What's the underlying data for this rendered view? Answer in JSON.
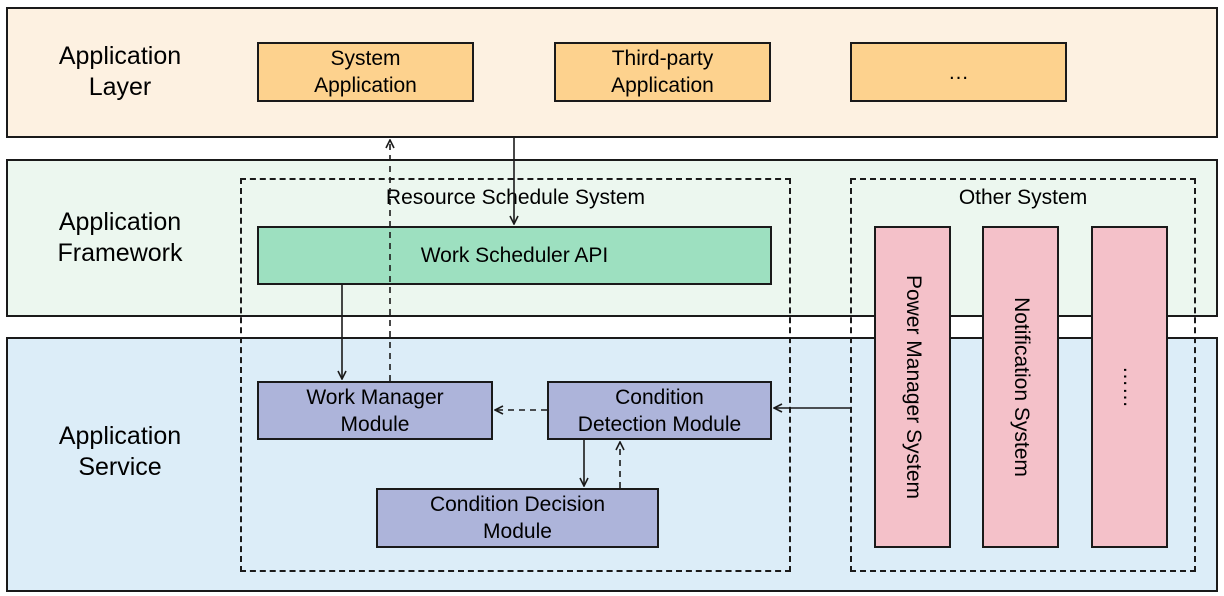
{
  "layers": {
    "application": {
      "label": "Application\nLayer"
    },
    "framework": {
      "label": "Application\nFramework"
    },
    "service": {
      "label": "Application\nService"
    }
  },
  "apps": {
    "system": "System\nApplication",
    "third_party": "Third-party\nApplication",
    "more": "…"
  },
  "resource_schedule": {
    "title": "Resource Schedule System",
    "api": "Work Scheduler API",
    "work_manager": "Work Manager\nModule",
    "condition_detection": "Condition\nDetection Module",
    "condition_decision": "Condition Decision\nModule"
  },
  "other_system": {
    "title": "Other System",
    "power_manager": "Power Manager System",
    "notification": "Notification System",
    "more": "……"
  },
  "colors": {
    "application_layer_bg": "#fdf1e1",
    "framework_layer_bg": "#ecf7ef",
    "service_layer_bg": "#dcedf8",
    "app_box": "#fdd28e",
    "api_box": "#9de0c0",
    "module_box": "#adb4da",
    "system_box": "#f4c1c9"
  }
}
